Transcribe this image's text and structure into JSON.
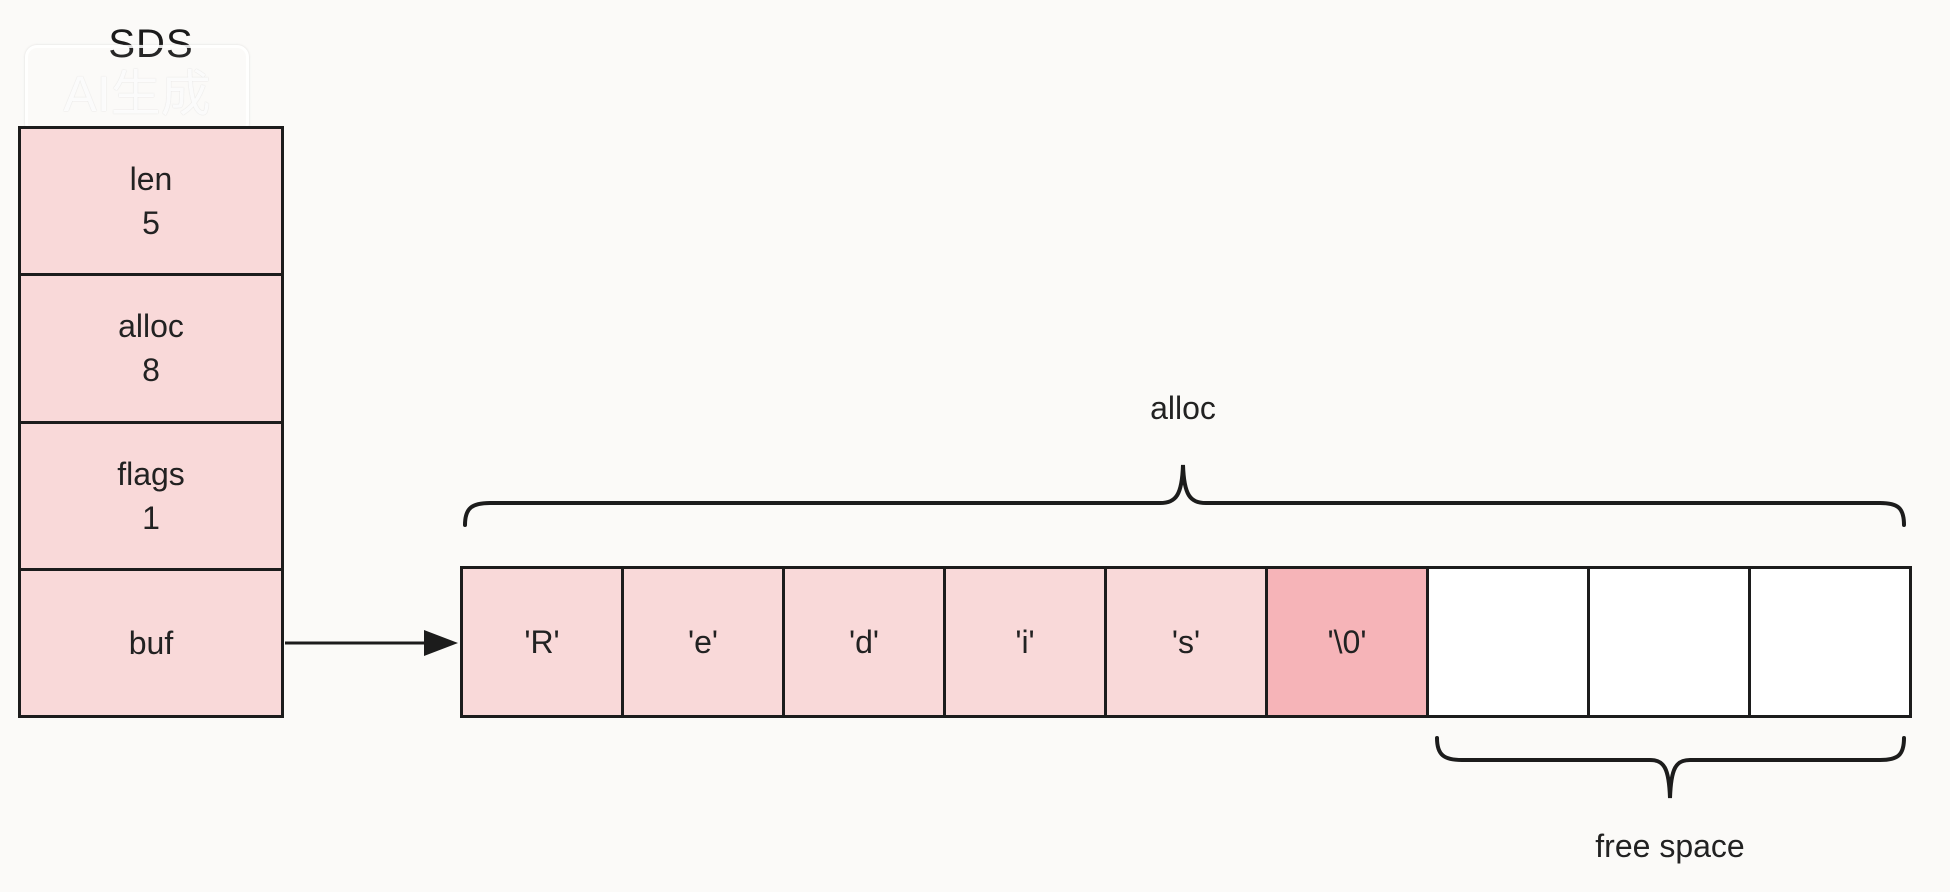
{
  "diagram": {
    "title": "SDS",
    "watermark": "AI生成",
    "fields": [
      {
        "name": "len",
        "value": "5"
      },
      {
        "name": "alloc",
        "value": "8"
      },
      {
        "name": "flags",
        "value": "1"
      },
      {
        "name": "buf",
        "value": ""
      }
    ],
    "buffer_cells": [
      {
        "label": "'R'",
        "kind": "char"
      },
      {
        "label": "'e'",
        "kind": "char"
      },
      {
        "label": "'d'",
        "kind": "char"
      },
      {
        "label": "'i'",
        "kind": "char"
      },
      {
        "label": "'s'",
        "kind": "char"
      },
      {
        "label": "'\\0'",
        "kind": "terminator"
      },
      {
        "label": "",
        "kind": "free"
      },
      {
        "label": "",
        "kind": "free"
      },
      {
        "label": "",
        "kind": "free"
      }
    ],
    "alloc_brace_label": "alloc",
    "free_brace_label": "free space",
    "colors": {
      "field_fill": "#f9d9d9",
      "terminator_fill": "#f6b4b8",
      "free_fill": "#ffffff",
      "stroke": "#1c1c1c"
    }
  }
}
